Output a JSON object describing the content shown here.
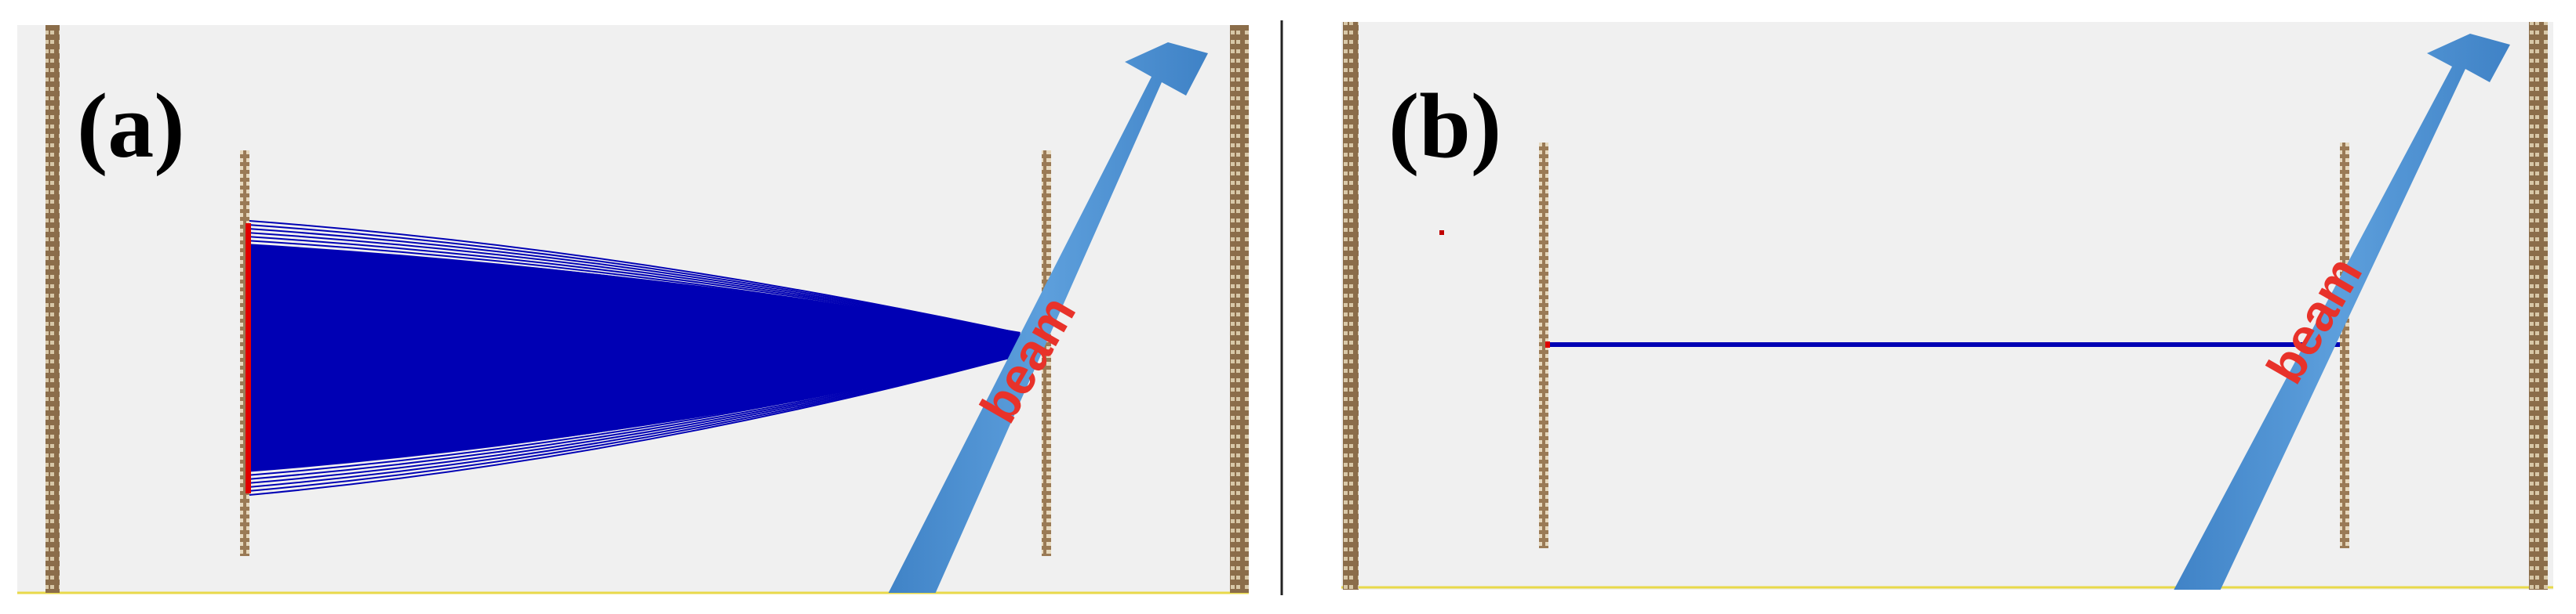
{
  "panels": [
    {
      "id": "a",
      "label": "(a)",
      "beam_label": "beam"
    },
    {
      "id": "b",
      "label": "(b)",
      "beam_label": "beam"
    }
  ],
  "colors": {
    "background": "#f0f0f0",
    "frame_wall": "#8b6d4a",
    "frame_wall_dot": "#d8c8a8",
    "electrode": "#9a7a55",
    "trajectories": "#0000b4",
    "emitter": "#e00000",
    "beam_arrow": "#4a8fd0",
    "beam_text": "#e8322a",
    "floor_line": "#e8d94a",
    "separator": "#222222"
  },
  "icons": [
    "beam-arrow-icon"
  ]
}
